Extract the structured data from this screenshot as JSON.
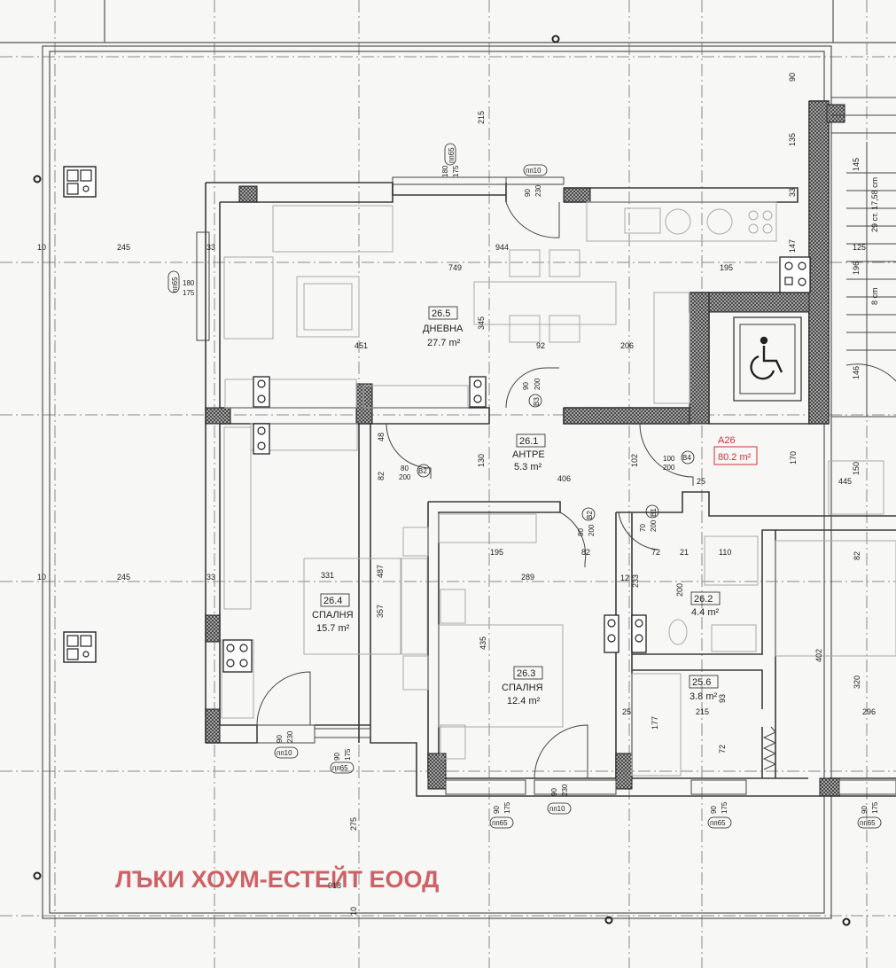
{
  "colors": {
    "wall": "#3a3a3a",
    "hatch": "#555555",
    "line": "#444444",
    "grid": "#888888",
    "accent": "#d0303a",
    "watermark": "#c8484c"
  },
  "apartment": {
    "id": "A26",
    "area": "80.2 m²"
  },
  "rooms": [
    {
      "id": "26.5",
      "name": "ДНЕВНА",
      "area": "27.7 m²"
    },
    {
      "id": "26.1",
      "name": "АНТРЕ",
      "area": "5.3 m²"
    },
    {
      "id": "26.4",
      "name": "СПАЛНЯ",
      "area": "15.7 m²"
    },
    {
      "id": "26.3",
      "name": "СПАЛНЯ",
      "area": "12.4 m²"
    },
    {
      "id": "26.2",
      "area": "4.4 m²"
    },
    {
      "id": "25.6",
      "area": "3.8 m²"
    }
  ],
  "doors": [
    {
      "w": "90",
      "h": "200",
      "code": "B3"
    },
    {
      "w": "80",
      "h": "200",
      "code": "B2"
    },
    {
      "w": "80",
      "h": "200",
      "code": "B2"
    },
    {
      "w": "70",
      "h": "200",
      "code": "B1"
    },
    {
      "w": "100",
      "h": "200",
      "code": "B4"
    }
  ],
  "windows": [
    {
      "code": "пп65",
      "w": "180",
      "h": "175"
    },
    {
      "code": "пп10",
      "w": "90",
      "h": "230"
    },
    {
      "code": "пп65",
      "w": "180",
      "h": "175"
    },
    {
      "code": "пп10",
      "w": "90",
      "h": "230"
    },
    {
      "code": "пп65",
      "w": "90",
      "h": "175"
    },
    {
      "code": "пп65",
      "w": "90",
      "h": "175"
    },
    {
      "code": "пп10",
      "w": "90",
      "h": "230"
    },
    {
      "code": "пп65",
      "w": "90",
      "h": "175"
    },
    {
      "code": "пп65",
      "w": "90",
      "h": "175"
    }
  ],
  "dimensions": [
    "10",
    "245",
    "33",
    "10",
    "245",
    "33",
    "215",
    "944",
    "749",
    "195",
    "451",
    "92",
    "206",
    "345",
    "406",
    "130",
    "48",
    "82",
    "102",
    "170",
    "195",
    "82",
    "72",
    "21",
    "110",
    "289",
    "331",
    "487",
    "357",
    "435",
    "233",
    "200",
    "215",
    "25",
    "177",
    "72",
    "93",
    "296",
    "402",
    "320",
    "82",
    "918",
    "275",
    "10",
    "90",
    "135",
    "145",
    "125",
    "196",
    "147",
    "33",
    "146",
    "150",
    "445",
    "25",
    "12"
  ],
  "stair_note": "29 ст. 17,58 cm",
  "stair_note2": "8 cm",
  "watermark_text": "ЛЪКИ ХОУМ-ЕСТЕЙТ ЕООД"
}
